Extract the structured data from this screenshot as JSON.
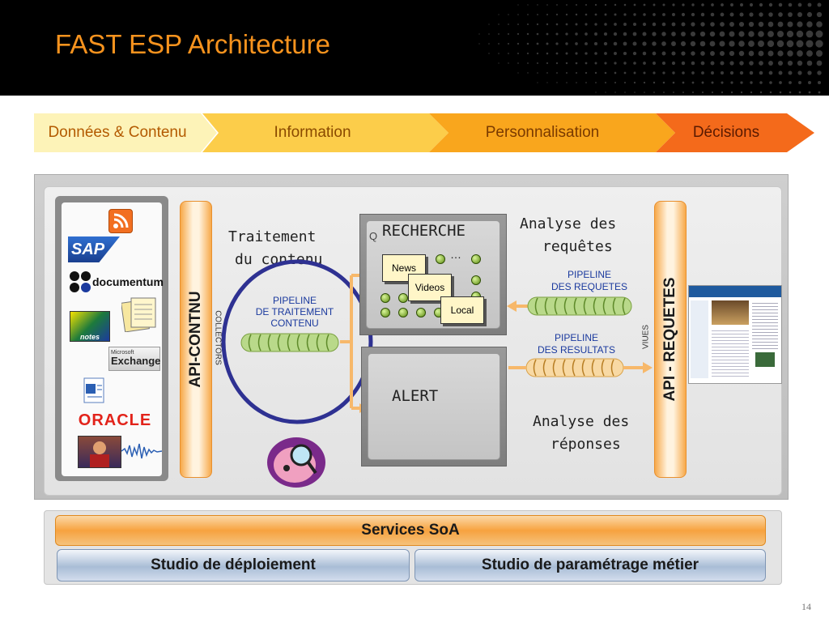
{
  "header": {
    "title": "FAST ESP Architecture"
  },
  "stages": [
    {
      "label": "Données & Contenu",
      "color": "#fdf3b8"
    },
    {
      "label": "Information",
      "color": "#fccd4a"
    },
    {
      "label": "Personnalisation",
      "color": "#f9a61d"
    },
    {
      "label": "Décisions",
      "color": "#f46a1b"
    }
  ],
  "sources": {
    "sap": "SAP",
    "documentum": "documentum",
    "notes": "notes",
    "exchange_small": "Microsoft",
    "exchange": "Exchange",
    "oracle": "ORACLE"
  },
  "api_left": "API-CONTNU",
  "collectors": "COLLECTORS",
  "processing": {
    "title_line1": "Traitement",
    "title_line2": "du contenu",
    "pipeline_line1": "PIPELINE",
    "pipeline_line2": "DE TRAITEMENT",
    "pipeline_line3": "CONTENU"
  },
  "search": {
    "label": "RECHERCHE",
    "q": "Q",
    "ellipsis": "…",
    "folders": [
      "News",
      "Videos",
      "Local"
    ]
  },
  "alert": {
    "label": "ALERT"
  },
  "query_analysis": {
    "line1": "Analyse des",
    "line2": "requêtes",
    "pipeline_line1": "PIPELINE",
    "pipeline_line2": "DES REQUETES"
  },
  "results": {
    "pipeline_line1": "PIPELINE",
    "pipeline_line2": "DES RESULTATS",
    "analysis_line1": "Analyse des",
    "analysis_line2": "réponses"
  },
  "views": "VIUES",
  "api_right": "API - REQUETES",
  "bottom": {
    "soa": "Services SoA",
    "deploy": "Studio de déploiement",
    "business": "Studio de paramétrage métier"
  },
  "page_number": "14",
  "colors": {
    "accent": "#f7931e",
    "circle": "#2e3192",
    "pipeline_blue": "#1b3a9e"
  }
}
